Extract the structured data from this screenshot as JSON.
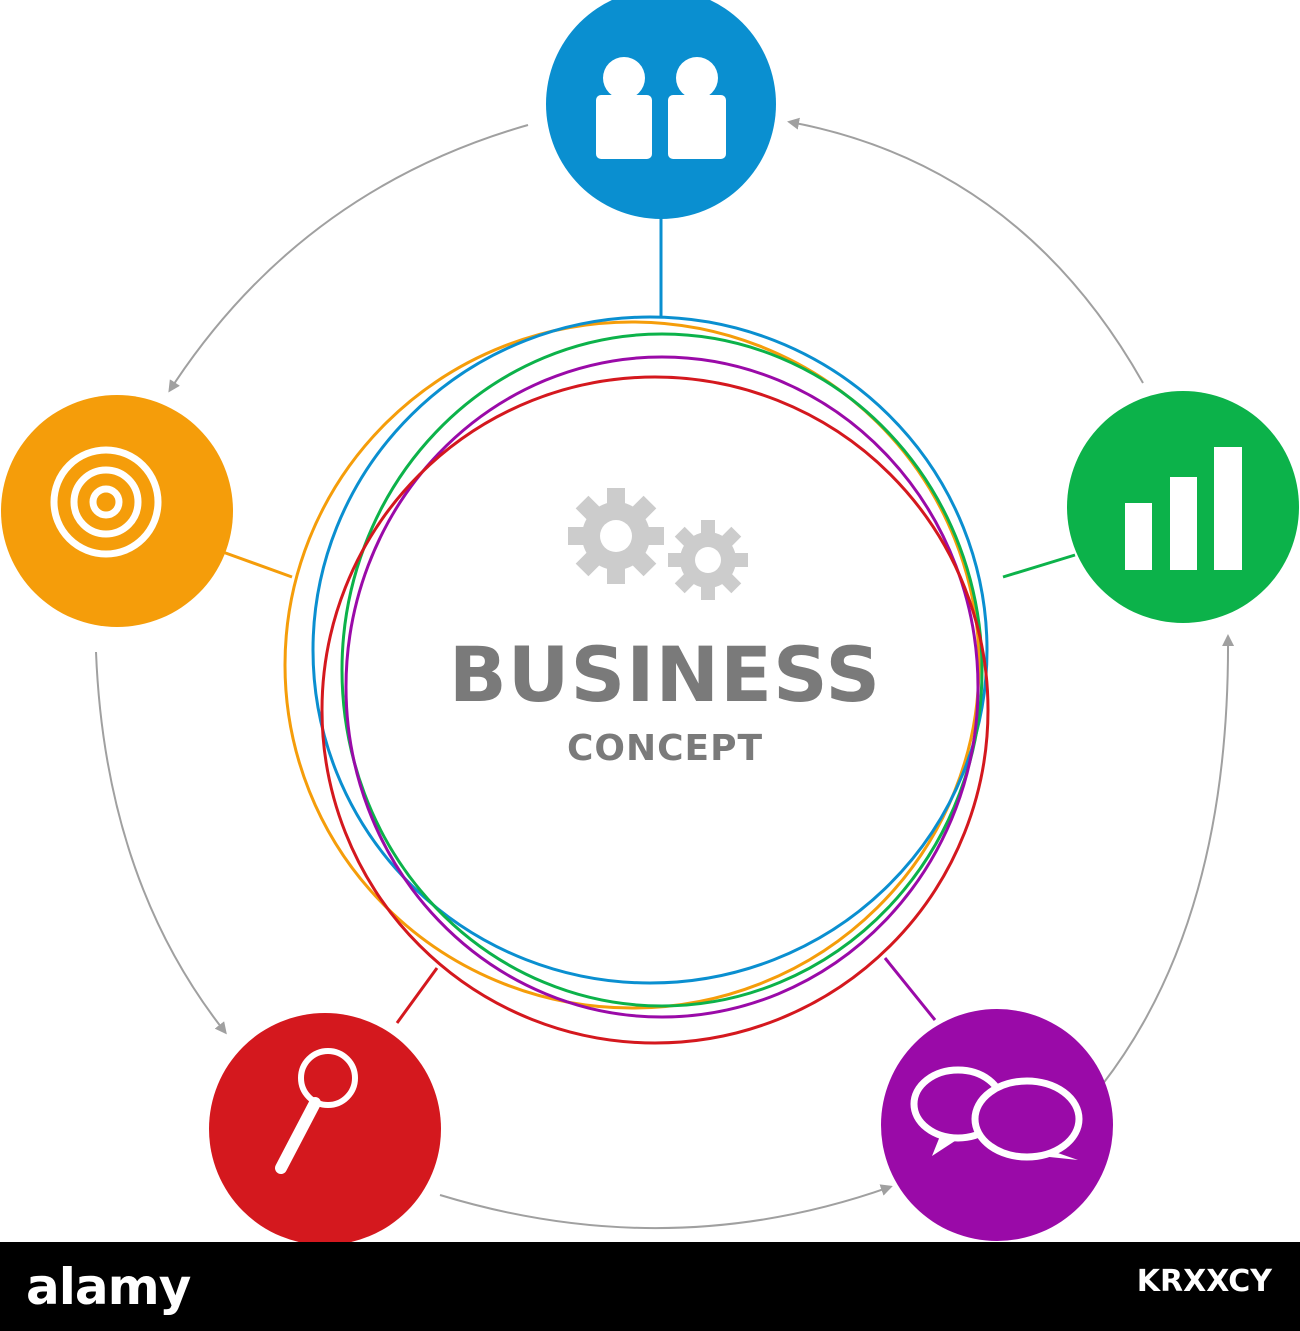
{
  "center": {
    "title": "BUSINESS",
    "subtitle": "CONCEPT",
    "icon": "gears-icon"
  },
  "nodes": [
    {
      "id": "team",
      "icon": "people-icon",
      "color": "#0a8fd0"
    },
    {
      "id": "analytics",
      "icon": "bar-chart-icon",
      "color": "#0cb24a"
    },
    {
      "id": "communication",
      "icon": "chat-bubbles-icon",
      "color": "#9a0aa8"
    },
    {
      "id": "search",
      "icon": "magnifier-icon",
      "color": "#d4181e"
    },
    {
      "id": "target",
      "icon": "target-icon",
      "color": "#f59d0a"
    }
  ],
  "ring_colors": [
    "#f59d0a",
    "#0a8fd0",
    "#0cb24a",
    "#9a0aa8",
    "#d4181e"
  ],
  "arrow_color": "#a0a0a0",
  "footer": {
    "brand": "alamy",
    "image_code": "KRXXCY"
  }
}
